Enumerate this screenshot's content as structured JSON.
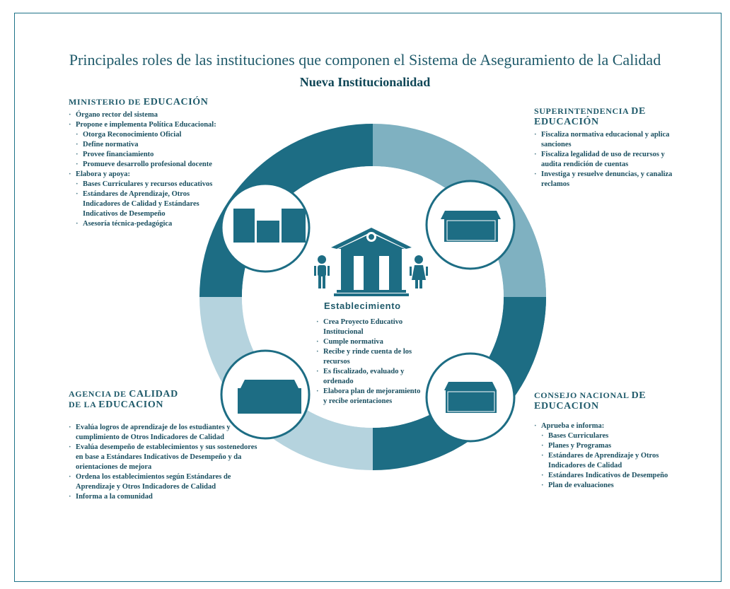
{
  "title": "Principales roles de las instituciones  que componen el Sistema de Aseguramiento de la Calidad",
  "subtitle": "Nueva Institucionalidad",
  "colors": {
    "dark": "#1d6d84",
    "mid": "#7fb1c1",
    "light": "#b5d3de",
    "border": "#1e7288"
  },
  "ministerio": {
    "heading_small": "MINISTERIO DE",
    "heading_big": "EDUCACIÓN",
    "items": [
      {
        "text": "Órgano rector del sistema",
        "level": 0
      },
      {
        "text": "Propone e implementa Política Educacional:",
        "level": 0
      },
      {
        "text": "Otorga Reconocimiento Oficial",
        "level": 1
      },
      {
        "text": "Define normativa",
        "level": 1
      },
      {
        "text": "Provee financiamiento",
        "level": 1
      },
      {
        "text": "Promueve desarrollo profesional docente",
        "level": 1
      },
      {
        "text": "Elabora y apoya:",
        "level": 0
      },
      {
        "text": "Bases Curriculares y recursos educativos",
        "level": 1
      },
      {
        "text": "Estándares de Aprendizaje, Otros Indicadores de Calidad y Estándares Indicativos de Desempeño",
        "level": 1
      },
      {
        "text": "Asesoría técnica-pedagógica",
        "level": 1
      }
    ]
  },
  "superintendencia": {
    "heading_small": "SUPERINTENDENCIA",
    "heading_big": "DE EDUCACIÓN",
    "items": [
      {
        "text": "Fiscaliza normativa educacional y aplica sanciones",
        "level": 0
      },
      {
        "text": "Fiscaliza legalidad de uso de recursos y audita rendición de cuentas",
        "level": 0
      },
      {
        "text": "Investiga y resuelve denuncias, y canaliza  reclamos",
        "level": 0
      }
    ]
  },
  "agencia": {
    "heading_small": "AGENCIA DE",
    "heading_big": "CALIDAD",
    "heading_small2": "DE LA",
    "heading_big2": "EDUCACION",
    "items": [
      {
        "text": "Evalúa logros de aprendizaje de los estudiantes y cumplimiento de Otros Indicadores de Calidad",
        "level": 0
      },
      {
        "text": "Evalúa desempeño de establecimientos y sus sostenedores en base  a Estándares Indicativos de Desempeño y da orientaciones de mejora",
        "level": 0
      },
      {
        "text": "Ordena  los establecimientos según Estándares de Aprendizaje y Otros Indicadores de Calidad",
        "level": 0
      },
      {
        "text": "Informa  a la comunidad",
        "level": 0
      }
    ]
  },
  "consejo": {
    "heading_small": "CONSEJO NACIONAL",
    "heading_big": "DE",
    "heading_big2": "EDUCACION",
    "items": [
      {
        "text": "Aprueba e informa:",
        "level": 0
      },
      {
        "text": "Bases Curriculares",
        "level": 1
      },
      {
        "text": "Planes  y Programas",
        "level": 1
      },
      {
        "text": "Estándares de Aprendizaje y Otros Indicadores de Calidad",
        "level": 1
      },
      {
        "text": "Estándares Indicativos de Desempeño",
        "level": 1
      },
      {
        "text": "Plan de evaluaciones",
        "level": 1
      }
    ]
  },
  "establecimiento": {
    "title": "Establecimiento",
    "items": [
      {
        "text": "Crea Proyecto Educativo Institucional"
      },
      {
        "text": "Cumple normativa"
      },
      {
        "text": "Recibe y rinde cuenta de los recursos"
      },
      {
        "text": "Es fiscalizado, evaluado y ordenado"
      },
      {
        "text": "Elabora plan de mejoramiento y recibe orientaciones"
      }
    ]
  }
}
